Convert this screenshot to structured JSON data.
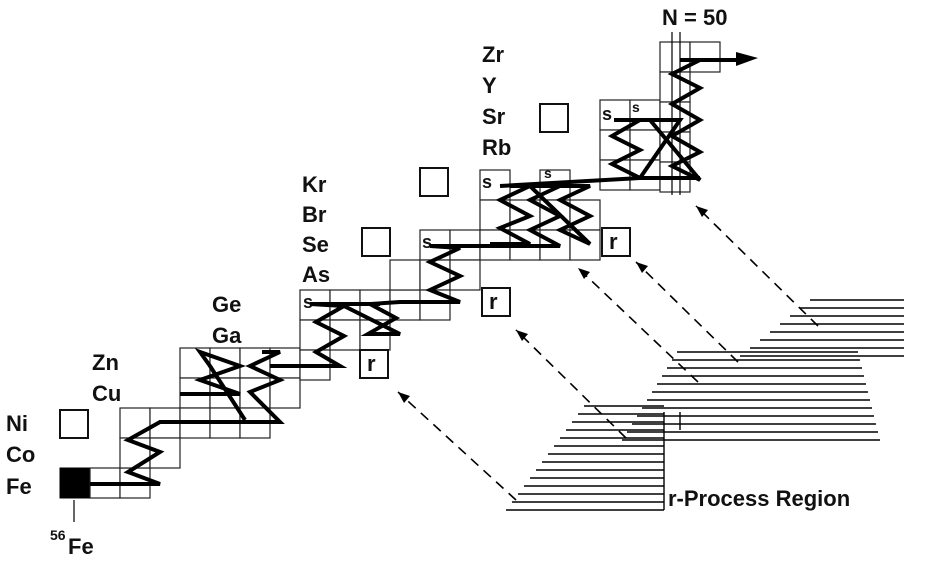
{
  "elements": {
    "fe": [
      "Ni",
      "Co",
      "Fe"
    ],
    "fe56": {
      "sup": "56",
      "sym": "Fe"
    },
    "zn": [
      "Zn",
      "Cu"
    ],
    "ge": [
      "Ge",
      "Ga"
    ],
    "kr": [
      "Kr",
      "Br",
      "Se",
      "As"
    ],
    "zr": [
      "Zr",
      "Y",
      "Sr",
      "Rb"
    ]
  },
  "markers": {
    "s": "s",
    "r": "r"
  },
  "labels": {
    "magic_number": "N = 50",
    "r_process_region": "r-Process Region"
  }
}
